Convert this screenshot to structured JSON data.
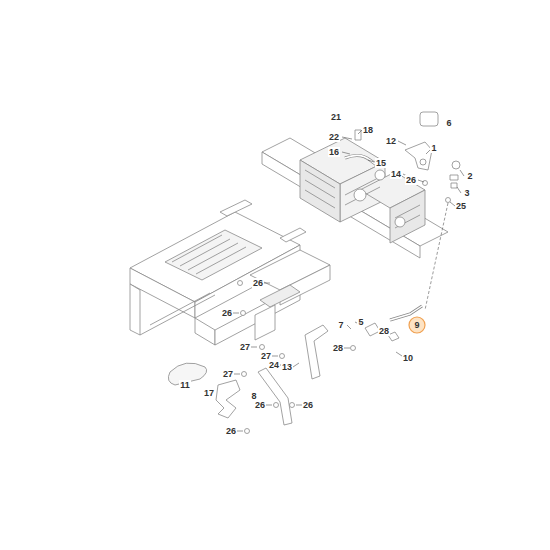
{
  "diagram": {
    "nodes": [
      {
        "text": [
          "9"
        ]
      }
    ],
    "edges": [],
    "labels": [
      "21",
      "18",
      "22",
      "6",
      "12",
      "1",
      "16",
      "15",
      "14",
      "26",
      "2",
      "3",
      "25",
      "26",
      "26",
      "5",
      "7",
      "28",
      "10",
      "27",
      "28",
      "27",
      "24",
      "13",
      "27",
      "11",
      "17",
      "8",
      "26",
      "26",
      "26"
    ]
  }
}
